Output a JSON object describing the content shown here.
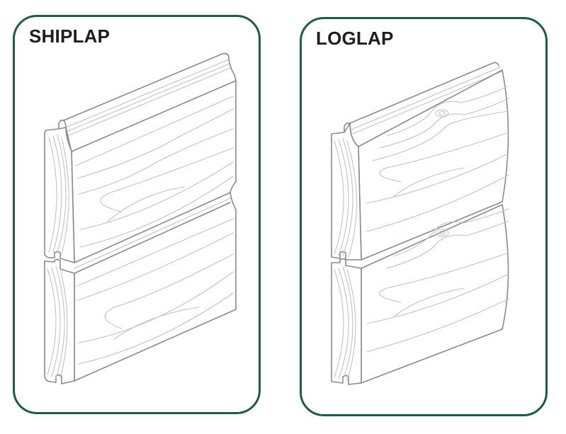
{
  "diagram": {
    "description": "Side-by-side comparison of two timber cladding board profiles",
    "border_color": "#1b5e40",
    "title_color": "#1e1e1e",
    "line_color": "#9a9a9a",
    "panels": [
      {
        "id": "shiplap",
        "title": "SHIPLAP",
        "illustration": "two stacked flat-faced shiplap boards with rebated joint, end grain visible on left"
      },
      {
        "id": "loglap",
        "title": "LOGLAP",
        "illustration": "two stacked convex (log-profile) boards with tongue-and-groove joint, knots visible, end grain on left"
      }
    ]
  }
}
